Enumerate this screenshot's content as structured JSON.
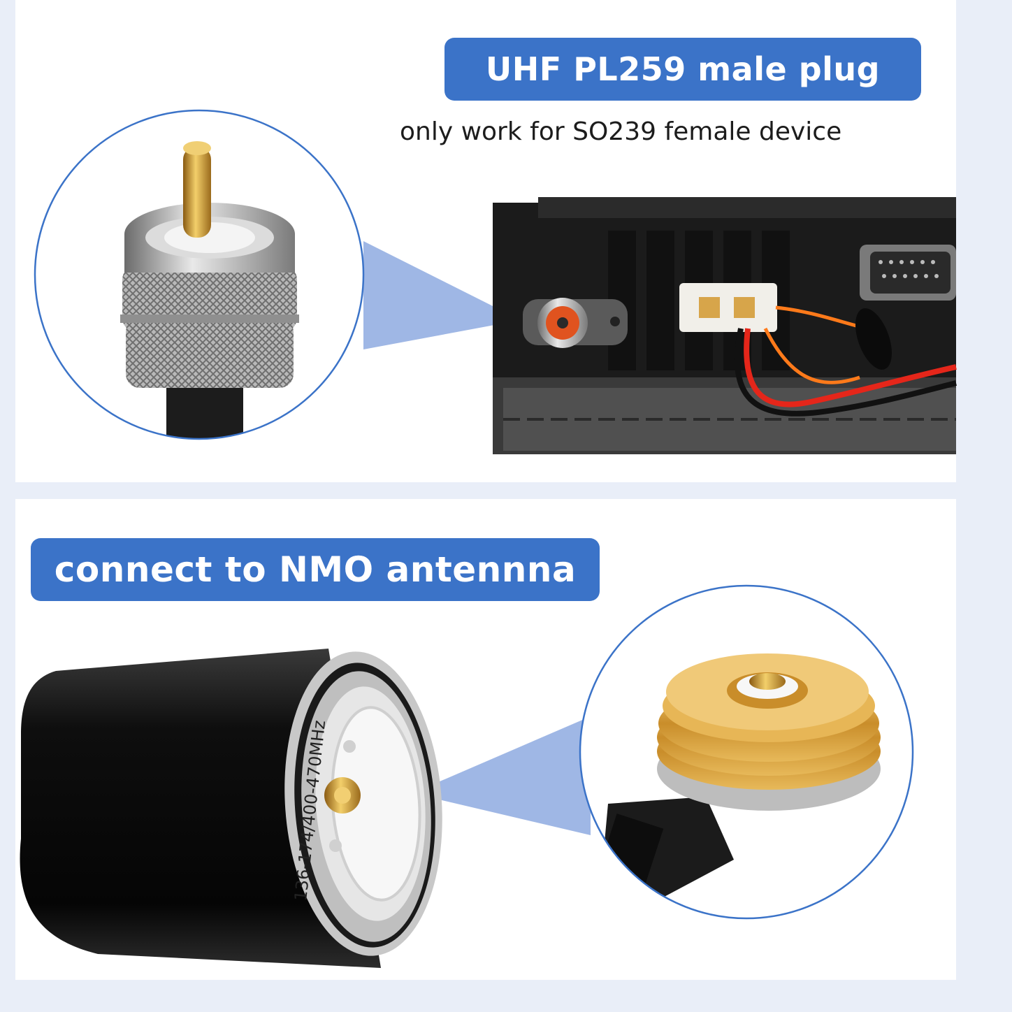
{
  "top": {
    "banner": "UHF PL259 male plug",
    "subtitle": "only work for SO239 female device"
  },
  "bottom": {
    "banner": "connect to NMO antennna",
    "adapter_engraving": "136-174/400-470MHz"
  },
  "colors": {
    "banner_blue": "#3b73c8",
    "circle_outline": "#3b73c8",
    "callout_beam": "#7f9fdc",
    "page_background": "#e9eef8"
  }
}
